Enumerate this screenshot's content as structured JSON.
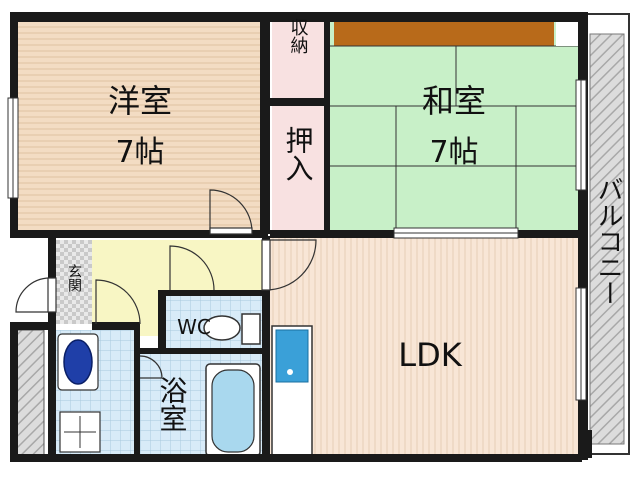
{
  "rooms": {
    "western_room": {
      "name": "洋室",
      "size": "7帖"
    },
    "japanese_room": {
      "name": "和室",
      "size": "7帖"
    },
    "ldk": {
      "name": "LDK"
    },
    "entrance": {
      "name": "玄関"
    },
    "wc": {
      "name": "WC"
    },
    "bath": {
      "name": "浴室"
    },
    "storage": {
      "name": "収納"
    },
    "closet": {
      "name": "押入"
    },
    "balcony": {
      "name": "バルコニー"
    }
  },
  "colors": {
    "western_floor": "#f3dcc3",
    "japanese_floor": "#c8f0c8",
    "ldk_floor": "#f8e6d6",
    "entrance_floor": "#e6e6e6",
    "hall_floor": "#f8f6c4",
    "tile_floor": "#d8ebf8",
    "storage_floor": "#f8e1e1",
    "balcony_floor": "#dcdcdc",
    "tatami_border": "#b86a1a",
    "wall": "#1a1a1a"
  }
}
